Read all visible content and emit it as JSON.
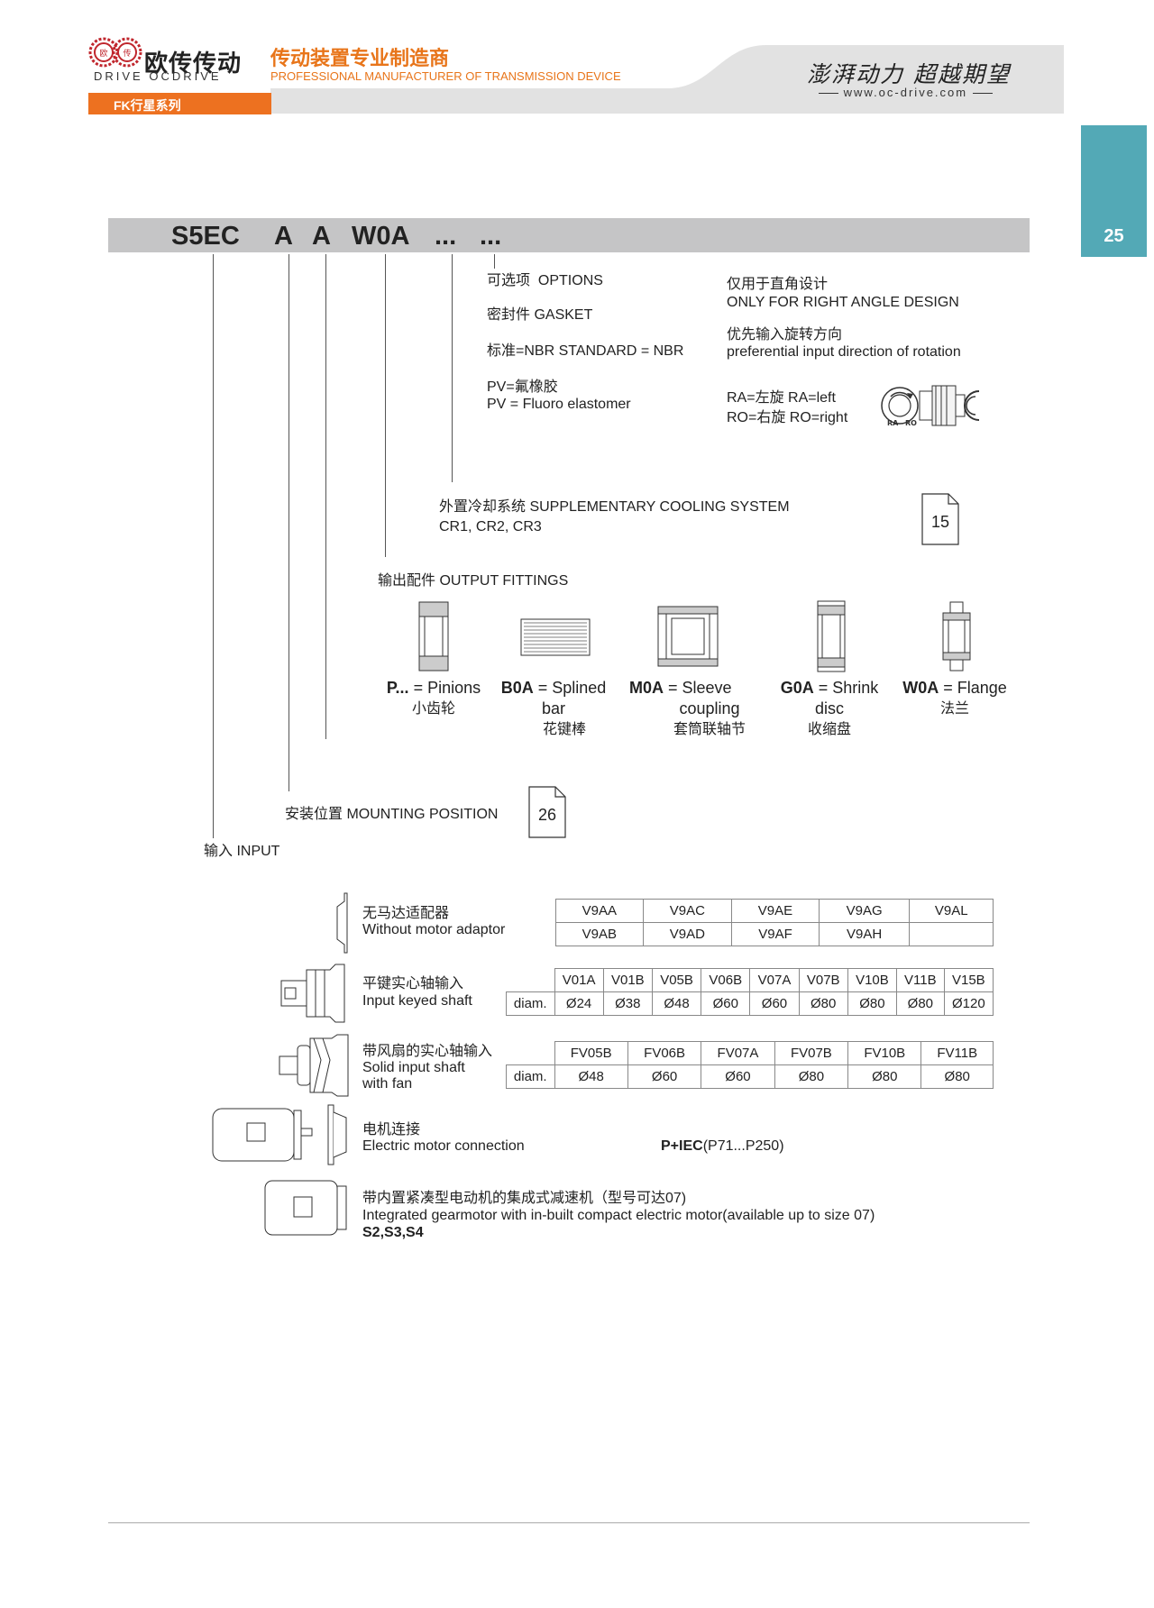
{
  "header": {
    "brand_cn": "欧传传动",
    "brand_en": "DRIVE OCDRIVE",
    "tagline_cn": "传动装置专业制造商",
    "tagline_en": "PROFESSIONAL MANUFACTURER OF TRANSMISSION DEVICE",
    "slogan": "澎湃动力 超越期望",
    "website": "www.oc-drive.com",
    "series_tab": "FK行星系列",
    "page_number": "25"
  },
  "code_bar": {
    "parts": [
      "S5EC",
      "A",
      "A",
      "W0A",
      "...",
      "..."
    ]
  },
  "options": {
    "title_cn": "可选项",
    "title_en": "OPTIONS",
    "gasket": "密封件  GASKET",
    "standard": "标准=NBR  STANDARD = NBR",
    "pv_cn": "PV=氟橡胶",
    "pv_en": "PV = Fluoro elastomer",
    "right_angle_cn": "仅用于直角设计",
    "right_angle_en": "ONLY FOR RIGHT ANGLE DESIGN",
    "rotation_cn": "优先输入旋转方向",
    "rotation_en": "preferential input direction of rotation",
    "ra": "RA=左旋  RA=left",
    "ro": "RO=右旋  RO=right",
    "ra_tag": "RA",
    "ro_tag": "RO"
  },
  "cooling": {
    "title": "外置冷却系统   SUPPLEMENTARY COOLING SYSTEM",
    "models": "CR1, CR2, CR3",
    "ref_page": "15"
  },
  "output_fittings": {
    "title": "输出配件  OUTPUT FITTINGS",
    "items": [
      {
        "code": "P...",
        "eq": " = Pinions",
        "line2": "",
        "cn": "小齿轮"
      },
      {
        "code": "B0A",
        "eq": " = Splined",
        "line2": "bar",
        "cn": "花键棒"
      },
      {
        "code": "M0A",
        "eq": " = Sleeve",
        "line2": "coupling",
        "cn": "套筒联轴节"
      },
      {
        "code": "G0A",
        "eq": " = Shrink",
        "line2": "disc",
        "cn": "收缩盘"
      },
      {
        "code": "W0A",
        "eq": " = Flange",
        "line2": "",
        "cn": "法兰"
      }
    ]
  },
  "mounting": {
    "title": "安装位置  MOUNTING POSITION",
    "ref_page": "26"
  },
  "input": {
    "title": "输入   INPUT"
  },
  "inputs": {
    "adaptor": {
      "cn": "无马达适配器",
      "en": "Without motor adaptor",
      "row1": [
        "V9AA",
        "V9AC",
        "V9AE",
        "V9AG",
        "V9AL"
      ],
      "row2": [
        "V9AB",
        "V9AD",
        "V9AF",
        "V9AH",
        ""
      ]
    },
    "keyed": {
      "cn": "平键实心轴输入",
      "en": "Input keyed shaft",
      "codes": [
        "V01A",
        "V01B",
        "V05B",
        "V06B",
        "V07A",
        "V07B",
        "V10B",
        "V11B",
        "V15B"
      ],
      "diam_label": "diam.",
      "diams": [
        "Ø24",
        "Ø38",
        "Ø48",
        "Ø60",
        "Ø60",
        "Ø80",
        "Ø80",
        "Ø80",
        "Ø120"
      ]
    },
    "fan": {
      "cn": "带风扇的实心轴输入",
      "en1": "Solid input shaft",
      "en2": "with fan",
      "codes": [
        "FV05B",
        "FV06B",
        "FV07A",
        "FV07B",
        "FV10B",
        "FV11B"
      ],
      "diam_label": "diam.",
      "diams": [
        "Ø48",
        "Ø60",
        "Ø60",
        "Ø80",
        "Ø80",
        "Ø80"
      ]
    },
    "motor": {
      "cn": "电机连接",
      "en": "Electric motor connection",
      "code_bold": "P+IEC",
      "code_rest": "(P71...P250)"
    },
    "integrated": {
      "cn": "带内置紧凑型电动机的集成式减速机（型号可达07)",
      "en": "Integrated gearmotor with in-built compact electric motor(available up to size 07)",
      "models": "S2,S3,S4"
    }
  }
}
